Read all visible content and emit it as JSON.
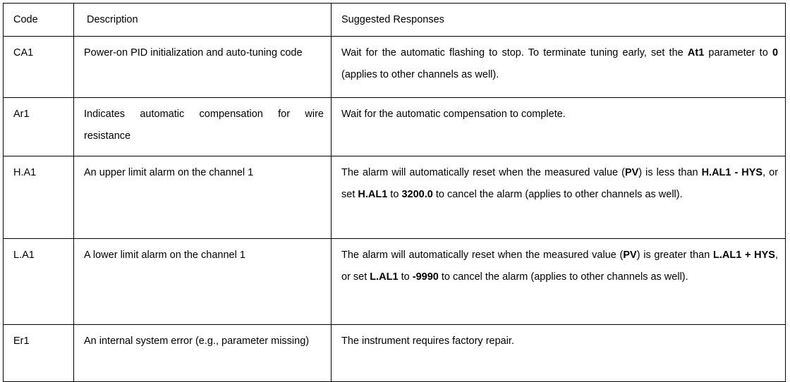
{
  "table": {
    "headers": {
      "code": "Code",
      "description": "Description",
      "responses": "Suggested Responses"
    },
    "rows": [
      {
        "code": "CA1",
        "description": "Power-on PID initialization and auto-tuning code",
        "response_parts": [
          {
            "text": "Wait for the automatic flashing to stop. To terminate tuning early, set the ",
            "bold": false
          },
          {
            "text": "At1",
            "bold": true
          },
          {
            "text": " parameter to ",
            "bold": false
          },
          {
            "text": "0",
            "bold": true
          },
          {
            "text": " (applies to other channels as well).",
            "bold": false
          }
        ]
      },
      {
        "code": "Ar1",
        "description": " Indicates automatic compensation for wire resistance",
        "response_parts": [
          {
            "text": "Wait for the automatic compensation to complete.",
            "bold": false
          }
        ]
      },
      {
        "code": "H.A1",
        "description": "An upper limit alarm on the channel 1",
        "response_parts": [
          {
            "text": "The alarm will automatically reset when the measured value (",
            "bold": false
          },
          {
            "text": "PV",
            "bold": true
          },
          {
            "text": ") is less than ",
            "bold": false
          },
          {
            "text": "H.AL1 - HYS",
            "bold": true
          },
          {
            "text": ", or set ",
            "bold": false
          },
          {
            "text": "H.AL1",
            "bold": true
          },
          {
            "text": " to ",
            "bold": false
          },
          {
            "text": "3200.0",
            "bold": true
          },
          {
            "text": " to cancel the alarm (applies to other channels as well).",
            "bold": false
          }
        ]
      },
      {
        "code": "L.A1",
        "description": "A lower limit alarm on the channel 1",
        "response_parts": [
          {
            "text": "The alarm will automatically reset when the measured value (",
            "bold": false
          },
          {
            "text": "PV",
            "bold": true
          },
          {
            "text": ") is greater than ",
            "bold": false
          },
          {
            "text": "L.AL1 + HYS",
            "bold": true
          },
          {
            "text": ", or set ",
            "bold": false
          },
          {
            "text": "L.AL1",
            "bold": true
          },
          {
            "text": " to ",
            "bold": false
          },
          {
            "text": "-9990",
            "bold": true
          },
          {
            "text": " to cancel the alarm (applies to other channels as well).",
            "bold": false
          }
        ]
      },
      {
        "code": "Er1",
        "description": "An internal system error (e.g., parameter missing)",
        "response_parts": [
          {
            "text": "The instrument requires factory repair.",
            "bold": false
          }
        ]
      }
    ]
  },
  "colors": {
    "border": "#000000",
    "text": "#000000",
    "background": "#ffffff"
  }
}
